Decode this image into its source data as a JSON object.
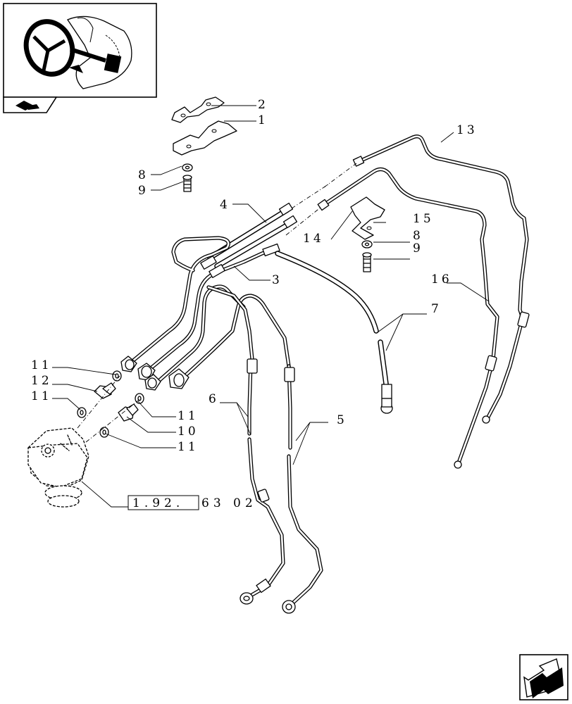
{
  "callouts": {
    "c1": "1",
    "c2": "2",
    "c3": "3",
    "c4": "4",
    "c5": "5",
    "c6": "6",
    "c7": "7",
    "c8a": "8",
    "c8b": "8",
    "c9a": "9",
    "c9b": "9",
    "c10": "10",
    "c11a": "11",
    "c11b": "11",
    "c11c": "11",
    "c11d": "11",
    "c12": "12",
    "c13": "13",
    "c14": "14",
    "c15": "15",
    "c16": "16"
  },
  "reference": {
    "boxed": "1.92.",
    "suffix": "63  02"
  },
  "icons": {
    "thumbnail": "steering-wheel-thumbnail-icon",
    "book": "book-icon",
    "nav": "next-arrow-icon"
  }
}
